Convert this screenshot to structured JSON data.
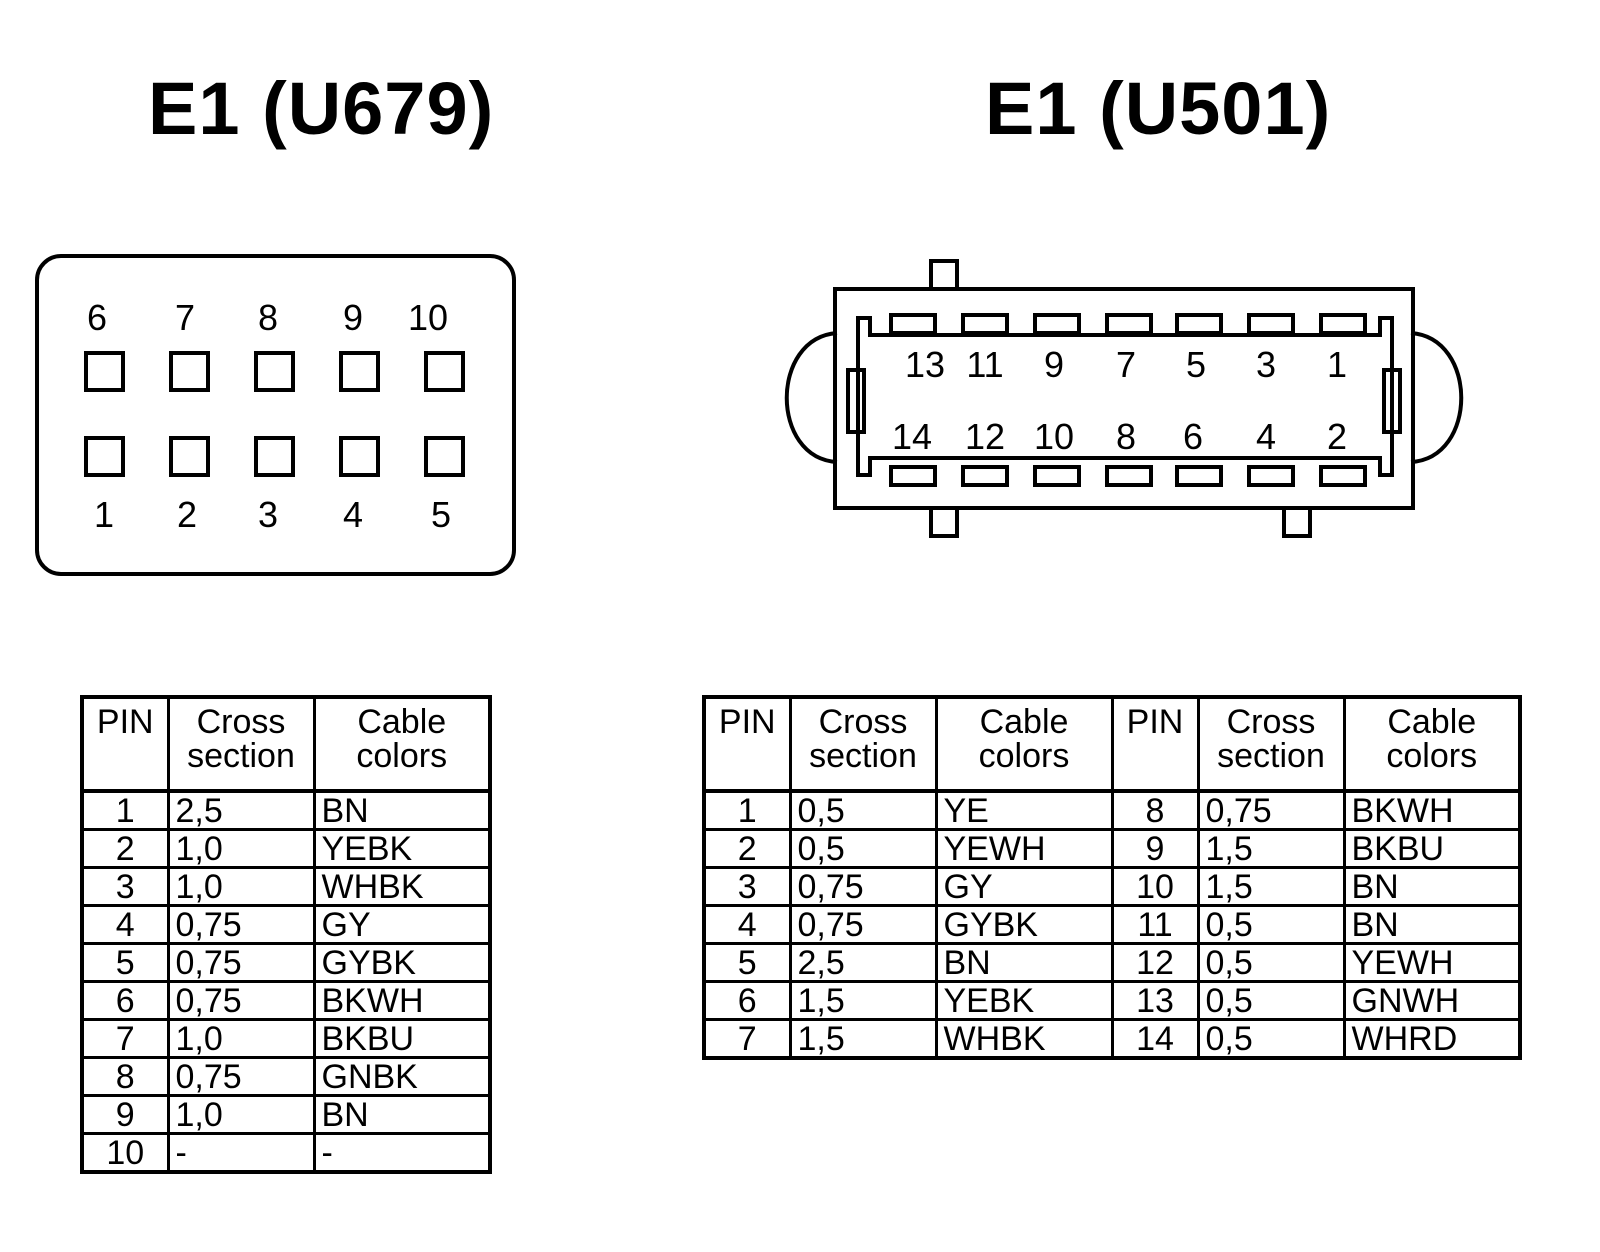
{
  "connectors": {
    "left": {
      "title": "E1 (U679)",
      "top_row_numbers": [
        "6",
        "7",
        "8",
        "9",
        "10"
      ],
      "bottom_row_numbers": [
        "1",
        "2",
        "3",
        "4",
        "5"
      ]
    },
    "right": {
      "title": "E1 (U501)",
      "top_row_numbers": [
        "13",
        "11",
        "9",
        "7",
        "5",
        "3",
        "1"
      ],
      "bottom_row_numbers": [
        "14",
        "12",
        "10",
        "8",
        "6",
        "4",
        "2"
      ]
    }
  },
  "tables": {
    "left": {
      "headers": [
        "PIN",
        "Cross\nsection",
        "Cable\ncolors"
      ],
      "rows": [
        [
          "1",
          "2,5",
          "BN"
        ],
        [
          "2",
          "1,0",
          "YEBK"
        ],
        [
          "3",
          "1,0",
          "WHBK"
        ],
        [
          "4",
          "0,75",
          "GY"
        ],
        [
          "5",
          "0,75",
          "GYBK"
        ],
        [
          "6",
          "0,75",
          "BKWH"
        ],
        [
          "7",
          "1,0",
          "BKBU"
        ],
        [
          "8",
          "0,75",
          "GNBK"
        ],
        [
          "9",
          "1,0",
          "BN"
        ],
        [
          "10",
          "-",
          "-"
        ]
      ]
    },
    "right": {
      "headers": [
        "PIN",
        "Cross\nsection",
        "Cable\ncolors",
        "PIN",
        "Cross\nsection",
        "Cable\ncolors"
      ],
      "rows": [
        [
          "1",
          "0,5",
          "YE",
          "8",
          "0,75",
          "BKWH"
        ],
        [
          "2",
          "0,5",
          "YEWH",
          "9",
          "1,5",
          "BKBU"
        ],
        [
          "3",
          "0,75",
          "GY",
          "10",
          "1,5",
          "BN"
        ],
        [
          "4",
          "0,75",
          "GYBK",
          "11",
          "0,5",
          "BN"
        ],
        [
          "5",
          "2,5",
          "BN",
          "12",
          "0,5",
          "YEWH"
        ],
        [
          "6",
          "1,5",
          "YEBK",
          "13",
          "0,5",
          "GNWH"
        ],
        [
          "7",
          "1,5",
          "WHBK",
          "14",
          "0,5",
          "WHRD"
        ]
      ]
    }
  }
}
